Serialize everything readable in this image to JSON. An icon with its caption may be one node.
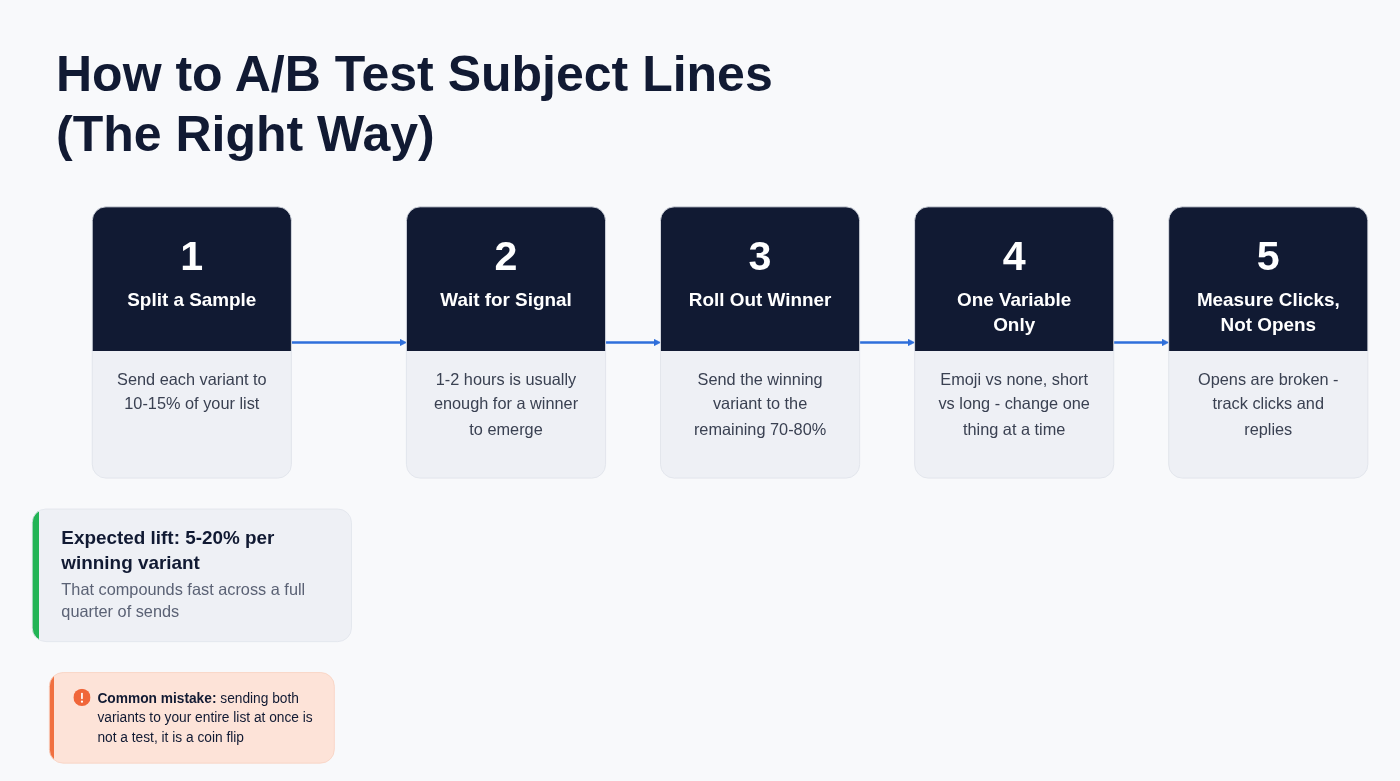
{
  "diagram": {
    "title": "How to A/B Test Subject Lines (The Right Way)",
    "nodes": [
      {
        "text": [
          "1",
          "Split a Sample",
          "Send each variant to 10-15% of your list"
        ]
      },
      {
        "text": [
          "2",
          "Wait for Signal",
          "1-2 hours is usually enough for a winner to emerge"
        ]
      },
      {
        "text": [
          "3",
          "Roll Out Winner",
          "Send the winning variant to the remaining 70-80%"
        ]
      },
      {
        "text": [
          "4",
          "One Variable Only",
          "Emoji vs none, short vs long - change one thing at a time"
        ]
      },
      {
        "text": [
          "5",
          "Measure Clicks, Not Opens",
          "Opens are broken - track clicks and replies"
        ]
      },
      {
        "text": [
          "Expected lift: 5-20% per winning variant",
          "That compounds fast across a full quarter of sends"
        ]
      },
      {
        "text": [
          "**Common mistake:** sending both variants to your entire list at once is not a test, it is a coin flip"
        ]
      }
    ],
    "edges": [
      {
        "from": 0,
        "to": 1,
        "arrow": "to"
      },
      {
        "from": 1,
        "to": 2,
        "arrow": "to"
      },
      {
        "from": 2,
        "to": 3,
        "arrow": "to"
      },
      {
        "from": 3,
        "to": 4,
        "arrow": "to"
      }
    ]
  }
}
